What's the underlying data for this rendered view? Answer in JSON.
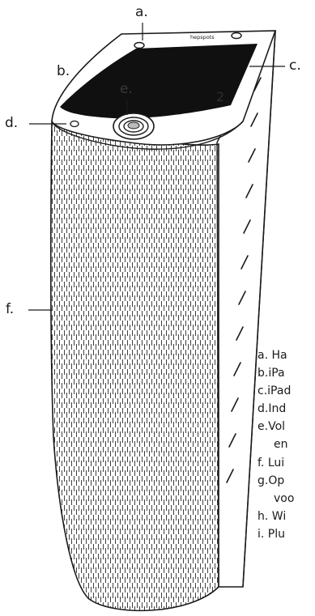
{
  "brand_text": "hepspots",
  "callouts": {
    "a": "a.",
    "b": "b.",
    "c": "c.",
    "d": "d.",
    "e": "e.",
    "f": "f."
  },
  "screen_mark": "2",
  "legend": [
    {
      "key": "a.",
      "text": "Ha"
    },
    {
      "key": "b.",
      "text": "iPa"
    },
    {
      "key": "c.",
      "text": "iPad"
    },
    {
      "key": "d.",
      "text": "Ind"
    },
    {
      "key": "e.",
      "text": "Vol"
    },
    {
      "key": "",
      "text": "en"
    },
    {
      "key": "f.",
      "text": "Lui"
    },
    {
      "key": "g.",
      "text": "Op"
    },
    {
      "key": "",
      "text": "voo"
    },
    {
      "key": "h.",
      "text": "Wi"
    },
    {
      "key": "i.",
      "text": "Plu"
    }
  ],
  "colors": {
    "line": "#1a1a1a",
    "screen": "#101010",
    "body": "#ffffff"
  }
}
